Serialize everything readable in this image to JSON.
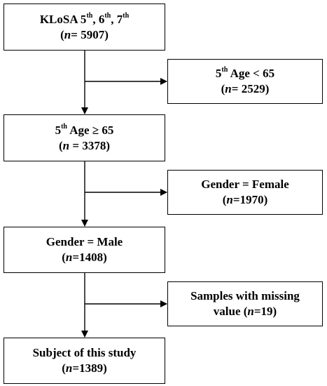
{
  "flow": {
    "start": {
      "label_main": "KLoSA 5",
      "sup1": "th",
      "sep1": ", 6",
      "sup2": "th",
      "sep2": ", 7",
      "sup3": "th",
      "n_var": "n",
      "n_value": "= 5907)"
    },
    "age65": {
      "prefix": "5",
      "sup": "th",
      "label": " Age ≥ 65",
      "n_var": "n",
      "n_value": " = 3378)"
    },
    "male": {
      "label": "Gender = Male",
      "n_var": "n",
      "n_value": "=1408)"
    },
    "final": {
      "label": "Subject of this study",
      "n_var": "n",
      "n_value": "=1389)"
    }
  },
  "exclusions": {
    "age": {
      "prefix": "5",
      "sup": "th",
      "label": " Age < 65",
      "n_var": "n",
      "n_value": "= 2529)"
    },
    "female": {
      "label": "Gender = Female",
      "n_var": "n",
      "n_value": "=1970)"
    },
    "missing": {
      "label": "Samples with missing",
      "label2": "value (",
      "n_var": "n",
      "n_value": "=19)"
    }
  },
  "colors": {
    "line": "#000000",
    "background": "#ffffff"
  }
}
